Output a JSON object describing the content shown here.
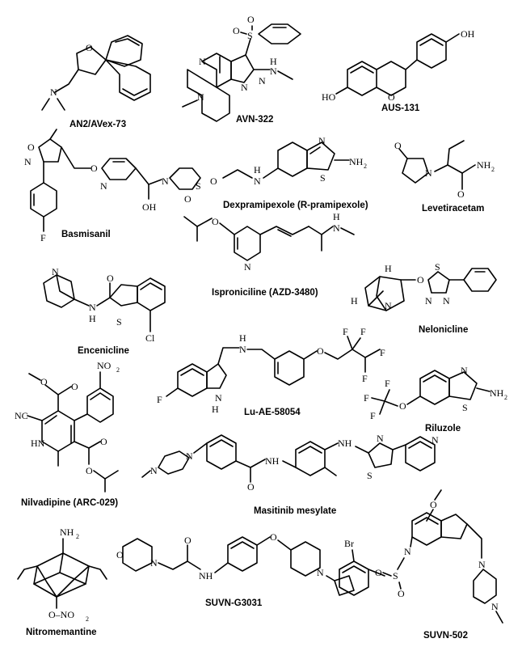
{
  "compounds": [
    {
      "name": "AN2/AVex-73"
    },
    {
      "name": "AVN-322"
    },
    {
      "name": "AUS-131"
    },
    {
      "name": "Basmisanil"
    },
    {
      "name": "Dexpramipexole (R-pramipexole)"
    },
    {
      "name": "Levetiracetam"
    },
    {
      "name": "Isproniciline (AZD-3480)"
    },
    {
      "name": "Encenicline"
    },
    {
      "name": "Nelonicline"
    },
    {
      "name": "Lu-AE-58054"
    },
    {
      "name": "Riluzole"
    },
    {
      "name": "Nilvadipine (ARC-029)"
    },
    {
      "name": "Masitinib mesylate"
    },
    {
      "name": "Nitromemantine"
    },
    {
      "name": "SUVN-G3031"
    },
    {
      "name": "SUVN-502"
    }
  ],
  "atom_labels": {
    "o": "O",
    "n": "N",
    "s": "S",
    "f": "F",
    "cl": "Cl",
    "br": "Br",
    "oh": "OH",
    "ho": "HO",
    "nh": "NH",
    "hn": "HN",
    "h": "H",
    "n_h": "N",
    "nh2": "NH",
    "no2": "NO",
    "sub2": "2",
    "o_no2": "O–NO",
    "cn": "NC",
    "f3c": "F"
  }
}
